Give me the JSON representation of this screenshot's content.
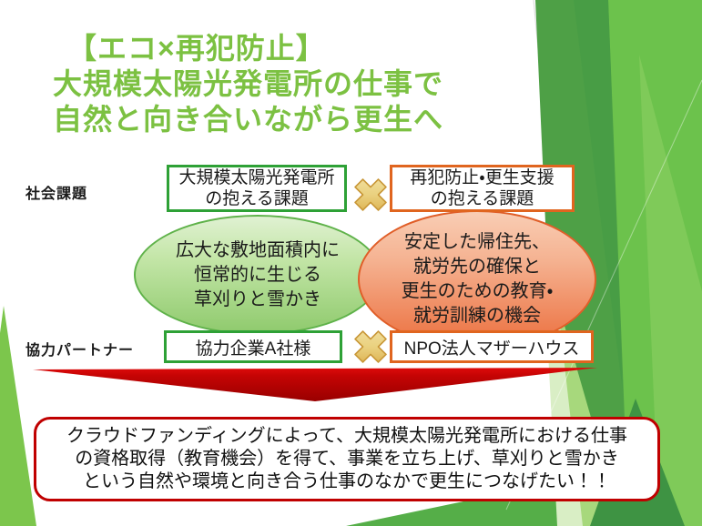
{
  "slide": {
    "title": {
      "lines": [
        "【エコ×再犯防止】",
        "大規模太陽光発電所の仕事で",
        "自然と向き合いながら更生へ"
      ]
    },
    "social_section": {
      "label": "社会課題",
      "solar_box": {
        "line1": "大規模太陽光発電所",
        "line2": "の抱える課題"
      },
      "recidivism_box": {
        "line1": "再犯防止・更生支援",
        "line2": "の抱える課題"
      },
      "solar_ellipse": {
        "line1": "広大な敷地面積内に",
        "line2": "恒常的に生じる",
        "line3": "草刈りと雪かき"
      },
      "recidivism_ellipse": {
        "line1": "安定した帰住先、",
        "line2": "就労先の確保と",
        "line3": "更生のための教育・",
        "line4": "就労訓練の機会"
      }
    },
    "partner_section": {
      "label": "協力パートナー",
      "company_box": "協力企業A社様",
      "npo_box": "NPO法人マザーハウス"
    },
    "conclusion": {
      "line1": "クラウドファンディングによって、大規模太陽光発電所における仕事",
      "line2": "の資格取得（教育機会）を得て、事業を立ち上げ、草刈りと雪かき",
      "line3": "という自然や環境と向き合う仕事のなかで更生につなげたい！！"
    },
    "icons": {
      "multiply_icon": "multiply-x",
      "down_arrow": "red-down-arrow"
    },
    "colors": {
      "title_green": "#7cc142",
      "box_green_border": "#2ea136",
      "box_orange_border": "#e0651f",
      "ellipse_green_border": "#5fb24a",
      "ellipse_orange_border": "#e05e28",
      "arrow_red": "#c00505",
      "conclusion_border_red": "#c00000",
      "gold_x": "#e3bc5f",
      "facet_green_bright": "#6cc24c",
      "facet_green_medium": "#4ea046",
      "facet_green_dark": "#3e9343",
      "facet_green_pale": "#d9eec5"
    }
  }
}
